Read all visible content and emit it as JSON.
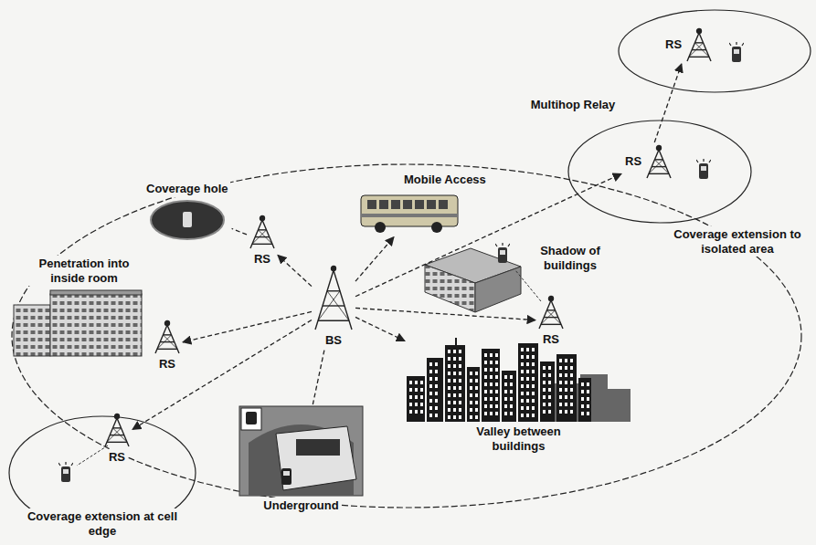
{
  "diagram": {
    "nodes": [
      {
        "text": [
          "BS"
        ]
      },
      {
        "text": [
          "Coverage hole"
        ]
      },
      {
        "text": [
          "RS"
        ]
      },
      {
        "text": [
          "Mobile Access"
        ]
      },
      {
        "text": [
          "RS"
        ]
      },
      {
        "text": [
          "RS"
        ]
      },
      {
        "text": [
          "Underground"
        ]
      },
      {
        "text": [
          "Valley between buildings"
        ]
      },
      {
        "text": [
          "RS"
        ]
      },
      {
        "text": [
          "RS"
        ]
      },
      {
        "text": [
          "RS"
        ]
      }
    ],
    "edges": [
      {
        "from": 0,
        "to": 2,
        "arrow": "to"
      },
      {
        "from": 2,
        "to": 1,
        "arrow": "none"
      },
      {
        "from": 0,
        "to": 3,
        "arrow": "to"
      },
      {
        "from": 0,
        "to": 4,
        "arrow": "to"
      },
      {
        "from": 0,
        "to": 5,
        "arrow": "to"
      },
      {
        "from": 0,
        "to": 6,
        "arrow": "none"
      },
      {
        "from": 0,
        "to": 7,
        "arrow": "to"
      },
      {
        "from": 0,
        "to": 8,
        "arrow": "to"
      },
      {
        "from": 0,
        "to": 9,
        "arrow": "to"
      },
      {
        "from": 9,
        "to": 10,
        "arrow": "to"
      }
    ],
    "labels": [
      "Multihop Relay",
      "Coverage extension to isolated area",
      "Penetration into inside room",
      "Shadow of buildings",
      "Coverage extension at cell edge"
    ]
  }
}
